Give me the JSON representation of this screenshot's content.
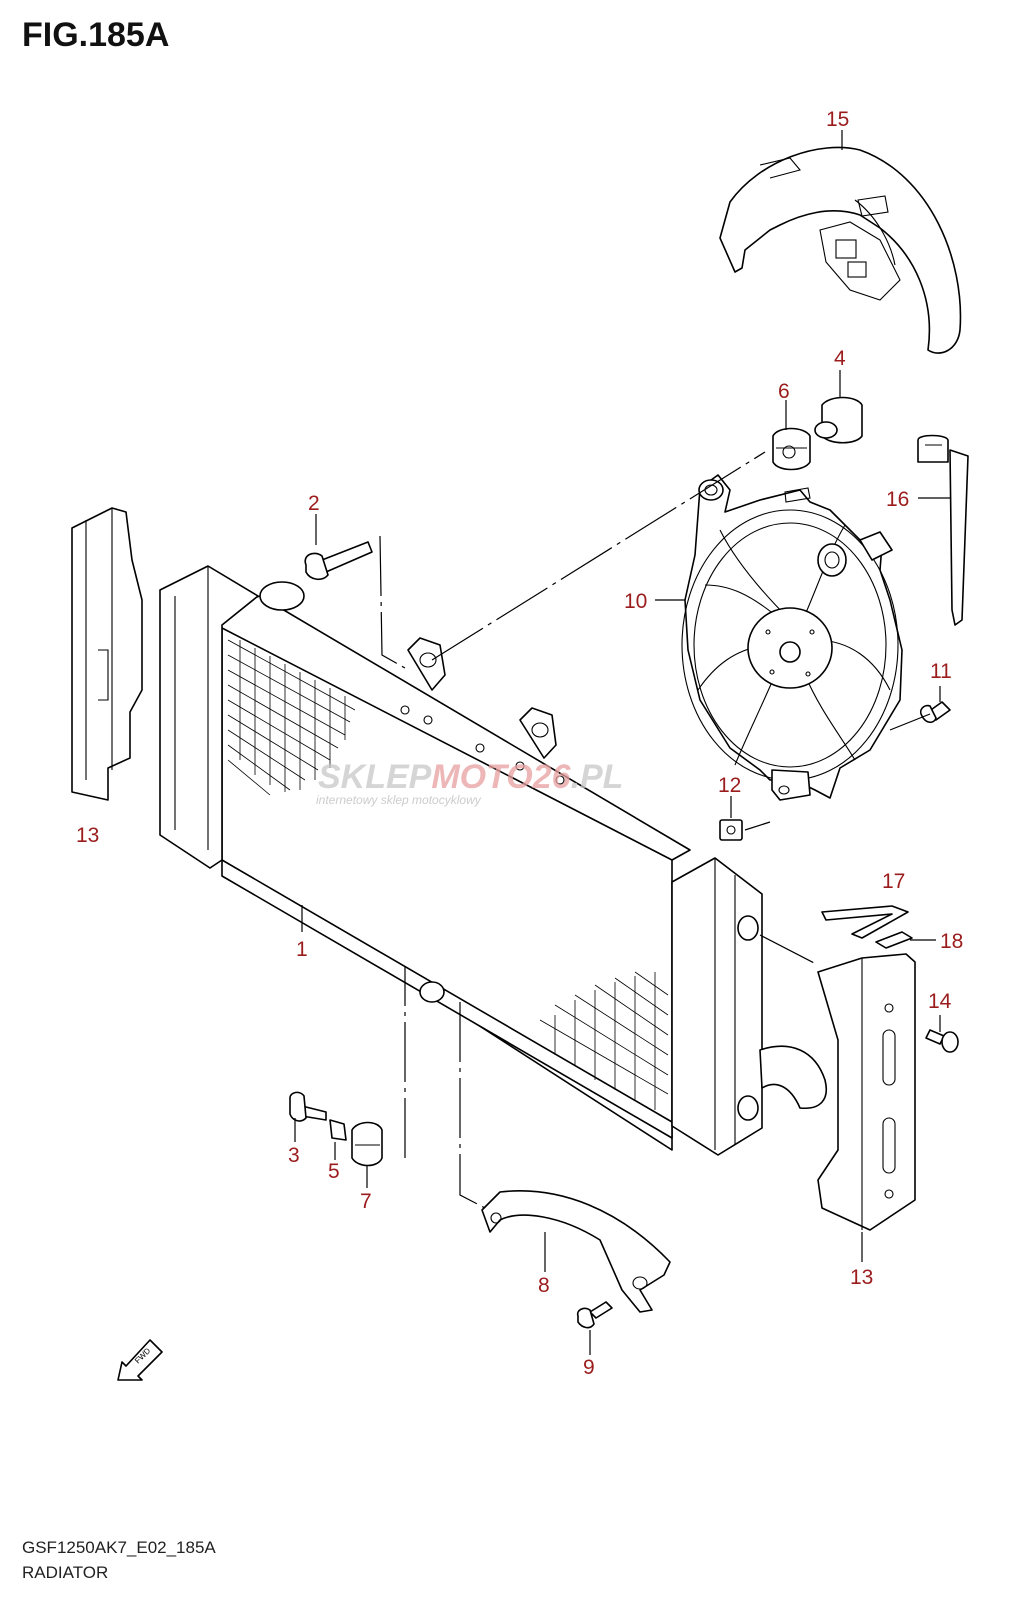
{
  "figure_title": "FIG.185A",
  "footer": {
    "code": "GSF1250AK7_E02_185A",
    "section": "RADIATOR"
  },
  "watermark": {
    "part1": "SKLEP",
    "part2": "MOTO",
    "part3": "26",
    "part4": ".PL",
    "tagline": "internetowy sklep motocyklowy"
  },
  "fwd_label": "FWD",
  "callouts": [
    "15",
    "4",
    "6",
    "16",
    "2",
    "10",
    "13",
    "11",
    "12",
    "1",
    "17",
    "18",
    "14",
    "3",
    "5",
    "7",
    "8",
    "13",
    "9"
  ],
  "colors": {
    "callout": "#9b1c1c",
    "watermark_gray": "#c8c8c8",
    "watermark_red": "#e8a0a0"
  }
}
